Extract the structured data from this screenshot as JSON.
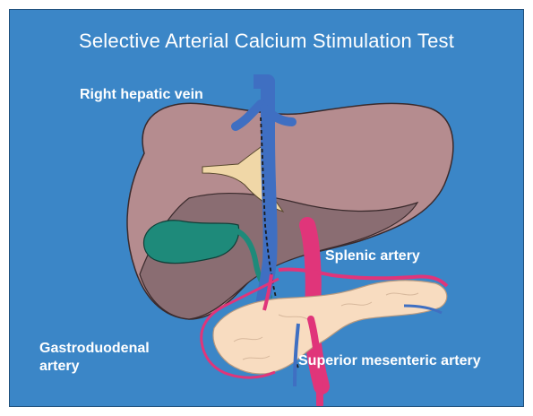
{
  "title": "Selective Arterial Calcium Stimulation Test",
  "labels": {
    "right_hepatic_vein": "Right hepatic vein",
    "splenic_artery": "Splenic artery",
    "gastroduodenal_artery": "Gastroduodenal artery",
    "superior_mesenteric_artery": "Superior mesenteric artery"
  },
  "colors": {
    "background": "#3b86c7",
    "liver": "#b58c8f",
    "liver_shadow": "#8a6d72",
    "gallbladder": "#1e8a7a",
    "vein": "#3f6fc2",
    "artery": "#e0357a",
    "pancreas": "#f8dcc0",
    "ligament": "#f0d7a7"
  }
}
